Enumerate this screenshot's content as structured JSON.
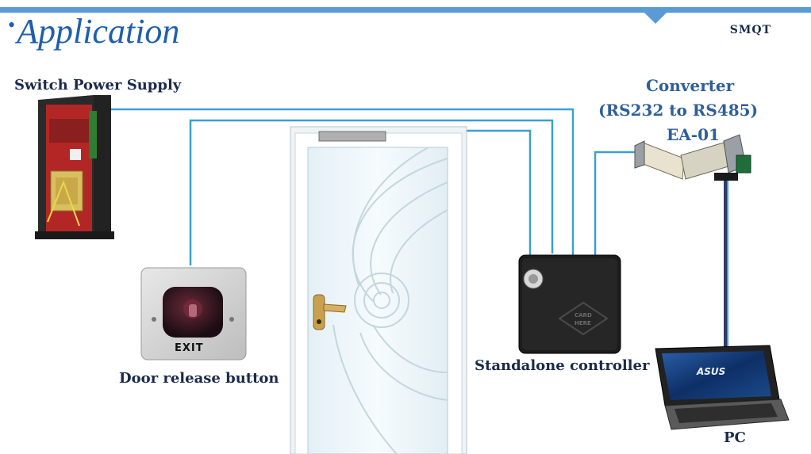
{
  "header": {
    "bullet": "•",
    "title": "Application",
    "brand": "SMQT"
  },
  "labels": {
    "power_supply": "Switch Power Supply",
    "converter_line1": "Converter",
    "converter_line2": "(RS232 to RS485)",
    "converter_line3": "EA-01",
    "door_release": "Door release button",
    "controller": "Standalone controller",
    "pc": "PC"
  },
  "device_text": {
    "exit_button": "EXIT",
    "laptop_brand": "ASUS",
    "controller_print_1": "CARD",
    "controller_print_2": "HERE"
  },
  "colors": {
    "title_blue": "#1f5fae",
    "wire_blue": "#3aa0d0",
    "header_bar": "#5b9bd5",
    "label_dark": "#1a2a4a",
    "converter_label": "#2e5f9a"
  }
}
